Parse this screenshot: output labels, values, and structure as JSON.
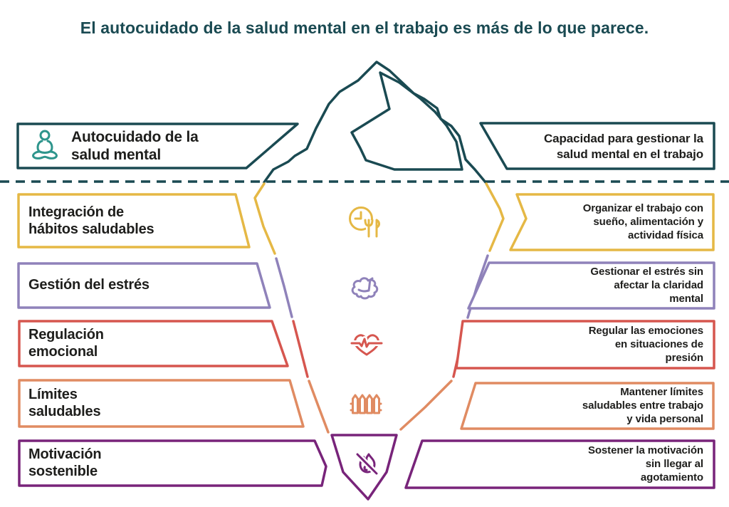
{
  "title": "El autocuidado de la salud mental en el trabajo es más de lo que parece.",
  "colors": {
    "teal_dark": "#1A4A52",
    "teal_icon": "#2E958C",
    "yellow": "#E5B845",
    "purple": "#8F82BA",
    "red": "#D6564F",
    "orange": "#E08B62",
    "dark_purple": "#78247A",
    "text": "#1E1E1C",
    "background": "#FFFFFF"
  },
  "surface_row": {
    "icon": "meditation-person-icon",
    "color": "#1A4A52",
    "label_lines": [
      "Autocuidado de la",
      "salud mental"
    ],
    "description_lines": [
      "Capacidad para gestionar la",
      "salud mental en el trabajo"
    ]
  },
  "rows": [
    {
      "icon": "clock-utensils-icon",
      "color": "#E5B845",
      "label_lines": [
        "Integración de",
        "hábitos saludables"
      ],
      "description_lines": [
        "Organizar el trabajo con",
        "sueño, alimentación y",
        "actividad física"
      ]
    },
    {
      "icon": "brain-icon",
      "color": "#8F82BA",
      "label_lines": [
        "Gestión del estrés"
      ],
      "description_lines": [
        "Gestionar el estrés sin",
        "afectar la claridad",
        "mental"
      ]
    },
    {
      "icon": "heart-pulse-icon",
      "color": "#D6564F",
      "label_lines": [
        "Regulación",
        "emocional"
      ],
      "description_lines": [
        "Regular las emociones",
        "en situaciones de",
        "presión"
      ]
    },
    {
      "icon": "fence-icon",
      "color": "#E08B62",
      "label_lines": [
        "Límites",
        "saludables"
      ],
      "description_lines": [
        "Mantener límites",
        "saludables entre trabajo",
        "y vida personal"
      ]
    },
    {
      "icon": "no-burnout-flame-icon",
      "color": "#78247A",
      "label_lines": [
        "Motivación",
        "sostenible"
      ],
      "description_lines": [
        "Sostener la motivación",
        "sin llegar al",
        "agotamiento"
      ]
    }
  ]
}
